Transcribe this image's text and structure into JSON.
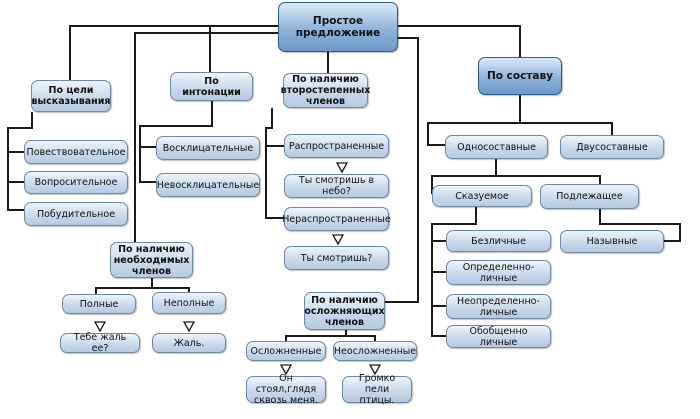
{
  "diagram": {
    "root": "Простое предложение",
    "criteria": {
      "purpose": "По цели высказывания",
      "intonation": "По интонации",
      "secondary": "По наличию второстепенных членов",
      "composition": "По составу",
      "necessary": "По наличию необходимых членов",
      "complicating": "По наличию осложняющих членов"
    },
    "purpose_types": [
      "Повествовательное",
      "Вопросительное",
      "Побудительное"
    ],
    "intonation_types": [
      "Восклицательные",
      "Невосклицательные"
    ],
    "secondary_types": {
      "extended": "Распространенные",
      "extended_example": "Ты смотришь в небо?",
      "unextended": "Нераспространенные",
      "unextended_example": "Ты смотришь?"
    },
    "composition_types": {
      "one_part": "Односоставные",
      "two_part": "Двусоставные",
      "predicate": "Сказуемое",
      "subject": "Подлежащее",
      "predicate_kinds": [
        "Безличные",
        "Определенно-личные",
        "Неопределенно-личные",
        "Обобщенно личные"
      ],
      "subject_kinds": [
        "Назывные"
      ]
    },
    "necessary_types": {
      "complete": "Полные",
      "complete_example": "Тебе жаль ее?",
      "incomplete": "Неполные",
      "incomplete_example": "Жаль."
    },
    "complicating_types": {
      "complicated": "Осложненные",
      "complicated_example": "Он стоял,глядя сквозь меня.",
      "uncomplicated": "Неосложненные",
      "uncomplicated_example": "Громко пели птицы."
    }
  }
}
